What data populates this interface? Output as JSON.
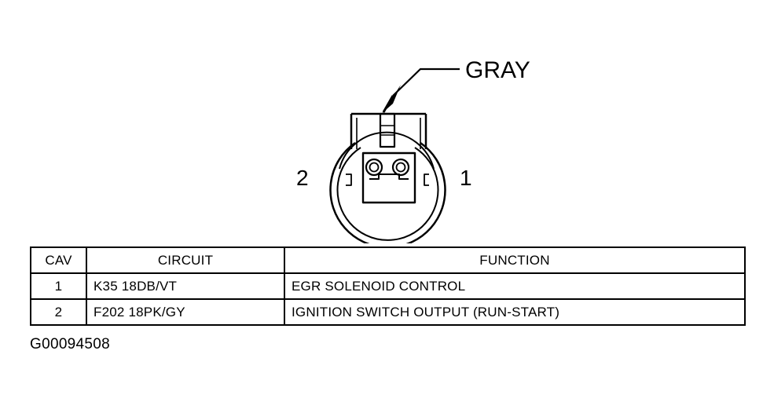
{
  "connector": {
    "color_label": "GRAY",
    "cavity_left_label": "2",
    "cavity_right_label": "1"
  },
  "table": {
    "headers": {
      "cav": "CAV",
      "circuit": "CIRCUIT",
      "function": "FUNCTION"
    },
    "rows": [
      {
        "cav": "1",
        "circuit": "K35 18DB/VT",
        "function": "EGR SOLENOID CONTROL"
      },
      {
        "cav": "2",
        "circuit": "F202 18PK/GY",
        "function": "IGNITION SWITCH OUTPUT (RUN-START)"
      }
    ]
  },
  "figure_id": "G00094508",
  "colors": {
    "ink": "#000000",
    "background": "#ffffff"
  }
}
